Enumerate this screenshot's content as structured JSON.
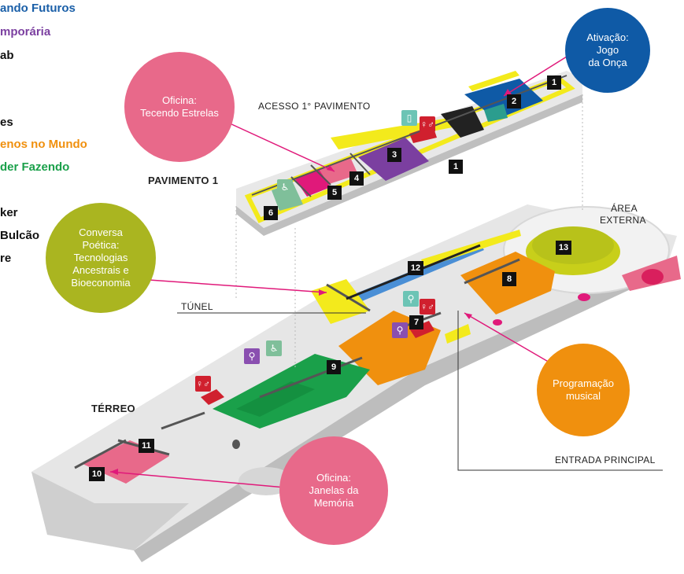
{
  "legend": {
    "items": [
      {
        "text": "ando Futuros",
        "color": "#1a5fa8"
      },
      {
        "text": "mporária",
        "color": "#7b3fa0"
      },
      {
        "text": "ab",
        "color": "#111111"
      },
      {
        "text": "es",
        "color": "#111111"
      },
      {
        "text": "enos no Mundo",
        "color": "#f0900e"
      },
      {
        "text": "der Fazendo",
        "color": "#1aa04a"
      },
      {
        "text": "ker",
        "color": "#111111"
      },
      {
        "text": "Bulcão",
        "color": "#111111"
      },
      {
        "text": "re",
        "color": "#111111"
      }
    ]
  },
  "labels": {
    "acesso": "ACESSO 1° PAVIMENTO",
    "pavimento1": "PAVIMENTO 1",
    "area_externa_1": "ÁREA",
    "area_externa_2": "EXTERNA",
    "tunel": "TÚNEL",
    "terreo": "TÉRREO",
    "entrada": "ENTRADA PRINCIPAL"
  },
  "bubbles": {
    "oficina_estrelas": "Oficina:\nTecendo Estrelas",
    "ativacao": "Ativação:\nJogo\nda Onça",
    "conversa": "Conversa\nPoética:\nTecnologias\nAncestrais e\nBioeconomia",
    "programacao": "Programação\nmusical",
    "oficina_janelas": "Oficina:\nJanelas da\nMemória"
  },
  "numbers": {
    "n1a": "1",
    "n1b": "1",
    "n2": "2",
    "n3": "3",
    "n4": "4",
    "n5": "5",
    "n6": "6",
    "n7": "7",
    "n8": "8",
    "n9": "9",
    "n10": "10",
    "n11": "11",
    "n12": "12",
    "n13": "13"
  },
  "colors": {
    "pink": "#e8698a",
    "blue": "#0f5aa6",
    "olive": "#aab520",
    "orange": "#f0900e",
    "green": "#1aa04a",
    "purple": "#8a4fb0",
    "magenta": "#e0197a",
    "yellow": "#f3ea1c"
  },
  "icons": {
    "restroom_icon": "restroom",
    "accessible_icon": "accessible",
    "family_icon": "family"
  }
}
